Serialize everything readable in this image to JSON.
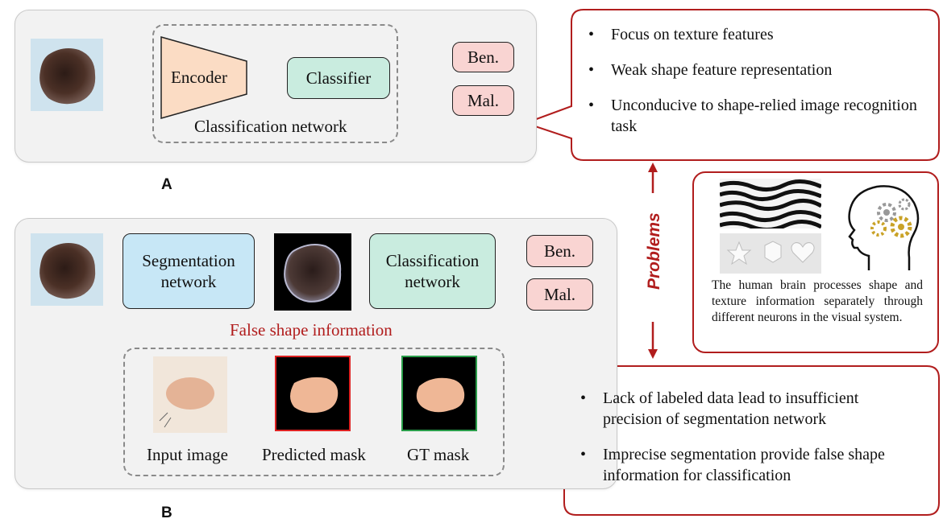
{
  "panel_a": {
    "letter": "A",
    "encoder_label": "Encoder",
    "classifier_label": "Classifier",
    "network_caption": "Classification network",
    "outputs": [
      "Ben.",
      "Mal."
    ]
  },
  "panel_b": {
    "letter": "B",
    "segmentation_label": "Segmentation network",
    "classification_label": "Classification network",
    "outputs": [
      "Ben.",
      "Mal."
    ],
    "false_shape_label": "False shape information",
    "thumbnails": [
      "Input image",
      "Predicted mask",
      "GT mask"
    ]
  },
  "problems_label": "Problems",
  "callout_top": {
    "bullets": [
      "Focus on texture features",
      "Weak shape feature representation",
      "Unconducive to shape-relied image recognition task"
    ]
  },
  "callout_bottom": {
    "bullets": [
      "Lack of labeled data lead to insufficient precision of segmentation network",
      "Imprecise segmentation provide false shape information for classification"
    ]
  },
  "brain_box": {
    "text": "The human brain processes shape and texture information separately through different neurons in the visual system."
  },
  "colors": {
    "accent_red": "#b11d1d",
    "teal_box": "#c9ecdf",
    "blue_box": "#c7e7f6",
    "pink_box": "#f9d4d2",
    "encoder_fill": "#fbdcc4",
    "predicted_border": "#d22",
    "gt_border": "#2a9d4a"
  },
  "icons": [
    "lesion-image",
    "zebra-texture-image",
    "shapes-image",
    "brain-gears-icon"
  ]
}
